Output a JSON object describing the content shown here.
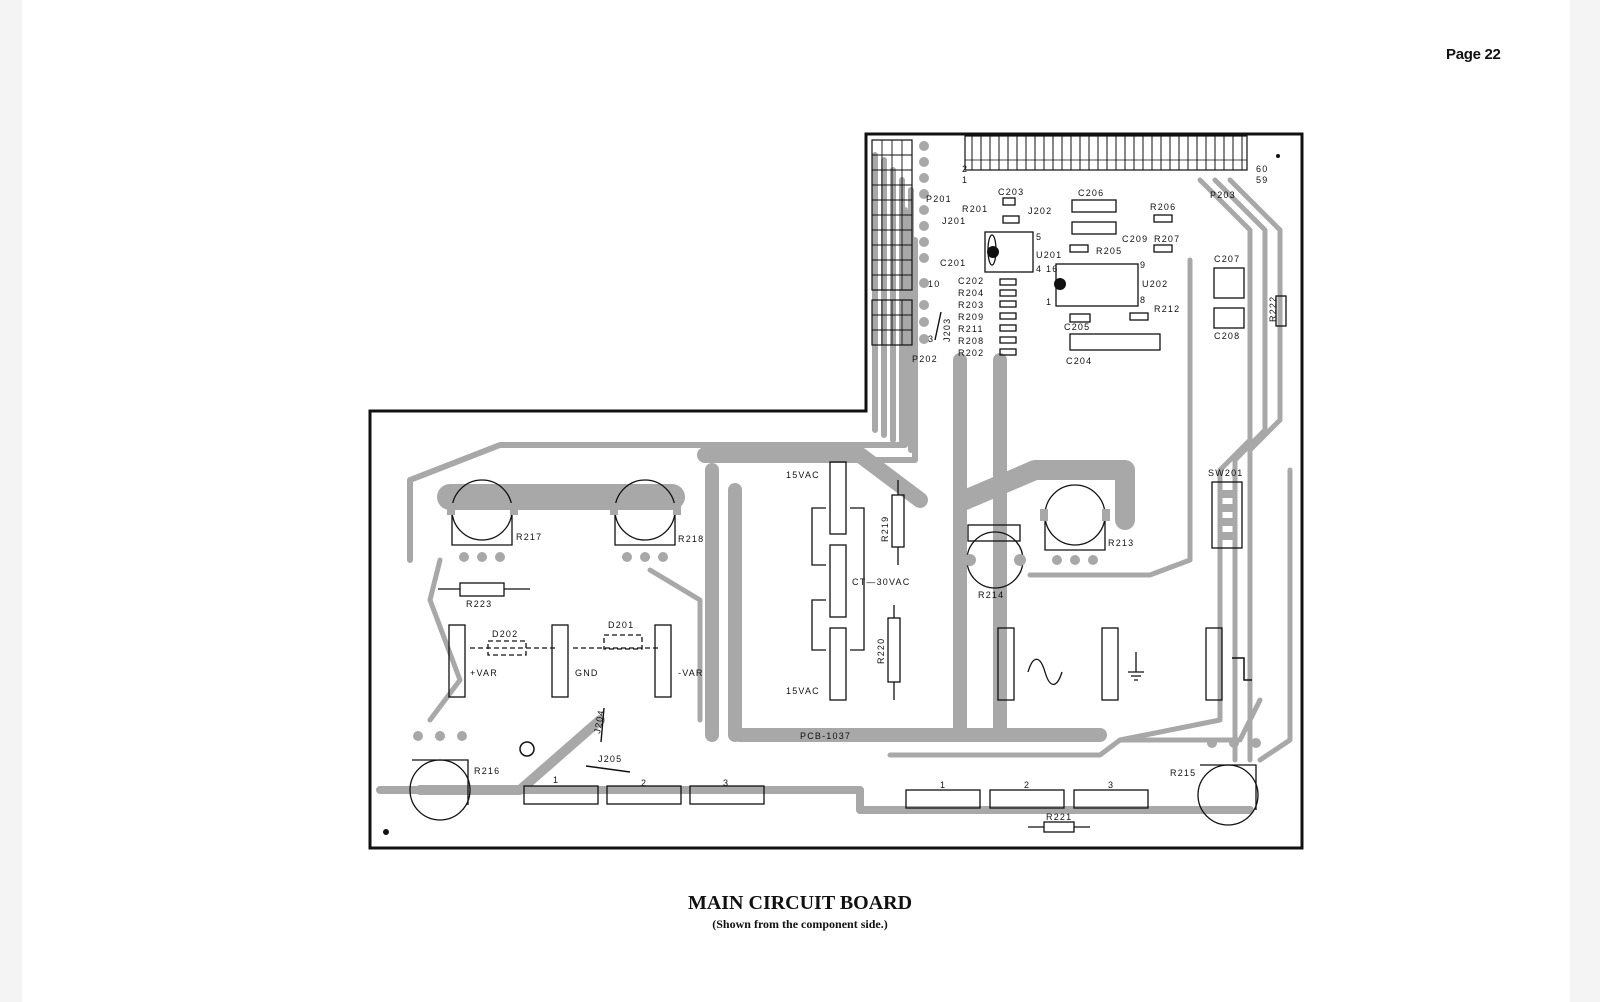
{
  "page": {
    "number_label": "Page 22"
  },
  "caption": {
    "title": "MAIN CIRCUIT BOARD",
    "subtitle": "(Shown from the component side.)"
  },
  "board": {
    "part_number": "PCB-1037",
    "labels": {
      "p201": "P201",
      "p202": "P202",
      "p203": "P203",
      "pin_2": "2",
      "pin_1": "1",
      "pin_60": "60",
      "pin_59": "59",
      "pin_10": "10",
      "pin_3": "3",
      "c203": "C203",
      "c206": "C206",
      "r201": "R201",
      "j202": "J202",
      "r206": "R206",
      "j201": "J201",
      "c209": "C209",
      "r207": "R207",
      "u201": "U201",
      "r205": "R205",
      "u201_pin5": "5",
      "u201_pin4": "4",
      "u202_pin16": "16",
      "u202_pin9": "9",
      "u202_pin8": "8",
      "u202_pin1": "1",
      "c201": "C201",
      "c202": "C202",
      "u202": "U202",
      "c207": "C207",
      "r204": "R204",
      "r203": "R203",
      "r209": "R209",
      "r211": "R211",
      "r208": "R208",
      "r202": "R202",
      "j203": "J203",
      "r212": "R212",
      "c205": "C205",
      "c204": "C204",
      "c208": "C208",
      "r222": "R222",
      "vac_top": "15VAC",
      "vac_bottom": "15VAC",
      "ct": "CT—30VAC",
      "r217": "R217",
      "r218": "R218",
      "r219": "R219",
      "r220": "R220",
      "r213": "R213",
      "r214": "R214",
      "sw201": "SW201",
      "r223": "R223",
      "d202": "D202",
      "d201": "D201",
      "var_pos": "+VAR",
      "gnd": "GND",
      "var_neg": "-VAR",
      "j204": "J204",
      "j205": "J205",
      "r216": "R216",
      "r215": "R215",
      "r221": "R221",
      "conn_left_1": "1",
      "conn_left_2": "2",
      "conn_left_3": "3",
      "conn_right_1": "1",
      "conn_right_2": "2",
      "conn_right_3": "3"
    }
  }
}
